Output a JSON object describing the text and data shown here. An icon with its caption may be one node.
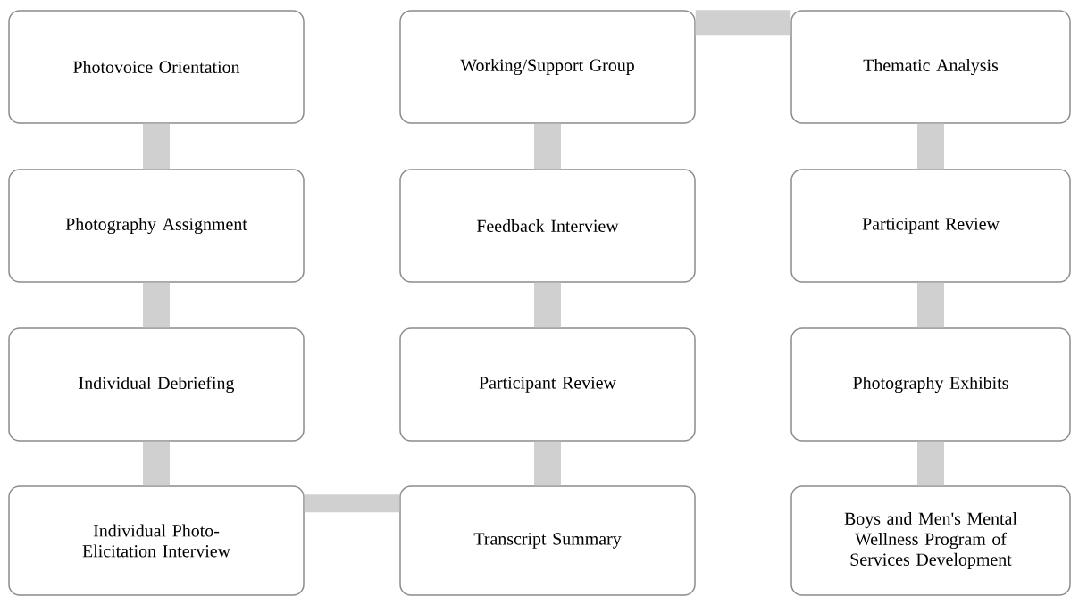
{
  "diagram": {
    "nodes": [
      {
        "text": [
          "Photovoice Orientation"
        ]
      },
      {
        "text": [
          "Photography Assignment"
        ]
      },
      {
        "text": [
          "Individual Debriefing"
        ]
      },
      {
        "text": [
          "Individual Photo-Elicitation Interview"
        ]
      },
      {
        "text": [
          "Transcript Summary"
        ]
      },
      {
        "text": [
          "Participant Review"
        ]
      },
      {
        "text": [
          "Feedback Interview"
        ]
      },
      {
        "text": [
          "Working/Support Group"
        ]
      },
      {
        "text": [
          "Thematic Analysis"
        ]
      },
      {
        "text": [
          "Participant Review"
        ]
      },
      {
        "text": [
          "Photography Exhibits"
        ]
      },
      {
        "text": [
          "Boys and Men's Mental Wellness Program of Services Development"
        ]
      }
    ],
    "edges": [
      {
        "from": 0,
        "to": 1,
        "arrow": "none"
      },
      {
        "from": 1,
        "to": 2,
        "arrow": "none"
      },
      {
        "from": 2,
        "to": 3,
        "arrow": "none"
      },
      {
        "from": 3,
        "to": 4,
        "arrow": "none"
      },
      {
        "from": 4,
        "to": 5,
        "arrow": "none"
      },
      {
        "from": 5,
        "to": 6,
        "arrow": "none"
      },
      {
        "from": 6,
        "to": 7,
        "arrow": "none"
      },
      {
        "from": 7,
        "to": 8,
        "arrow": "none"
      },
      {
        "from": 8,
        "to": 9,
        "arrow": "none"
      },
      {
        "from": 9,
        "to": 10,
        "arrow": "none"
      },
      {
        "from": 10,
        "to": 11,
        "arrow": "none"
      }
    ]
  }
}
